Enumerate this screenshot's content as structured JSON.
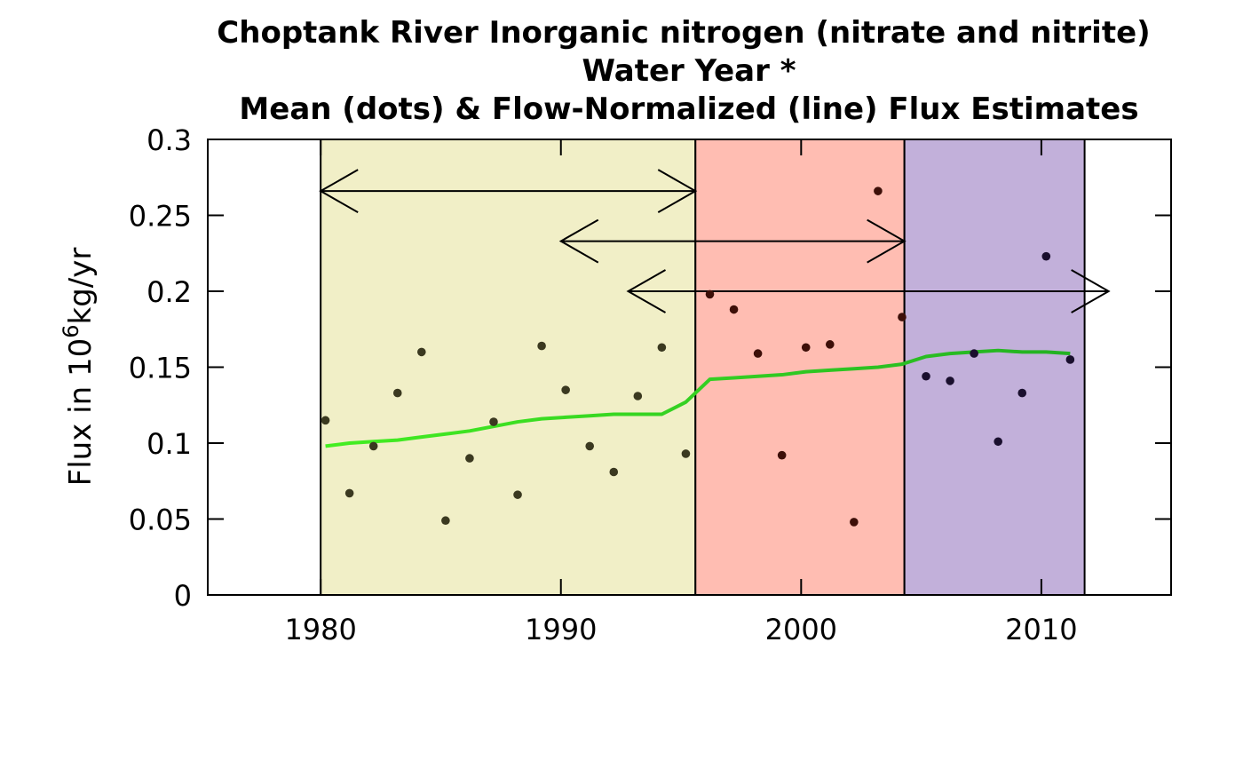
{
  "chart_data": {
    "type": "scatter",
    "title": {
      "line1": "Choptank River   Inorganic nitrogen (nitrate and nitrite)",
      "line2": "Water Year *",
      "line3": "Mean (dots) & Flow-Normalized (line) Flux Estimates"
    },
    "ylabel": {
      "prefix": "Flux in 10",
      "superscript": "6",
      "suffix": "kg/yr"
    },
    "xlim": [
      1975.3,
      2015.4
    ],
    "ylim": [
      0,
      0.3
    ],
    "x_ticks": [
      1980,
      1990,
      2000,
      2010
    ],
    "y_ticks": [
      0,
      0.05,
      0.1,
      0.15,
      0.2,
      0.25,
      0.3
    ],
    "y_tick_labels": [
      "0",
      "0.05",
      "0.1",
      "0.15",
      "0.2",
      "0.25",
      "0.3"
    ],
    "grid": false,
    "periods": [
      {
        "start": 1980.0,
        "end": 1995.6,
        "color": "#f1efc7",
        "dot_color": "#3b3920"
      },
      {
        "start": 1995.6,
        "end": 2004.3,
        "color": "#ffbdb2",
        "dot_color": "#3d0f08"
      },
      {
        "start": 2004.3,
        "end": 2011.8,
        "color": "#c2b0da",
        "dot_color": "#1a0f2e"
      }
    ],
    "arrows": [
      {
        "from": 1980.0,
        "to": 1995.6,
        "y": 0.266
      },
      {
        "from": 1990.0,
        "to": 2004.3,
        "y": 0.233
      },
      {
        "from": 1992.8,
        "to": 2012.8,
        "y": 0.2
      }
    ],
    "mean_flux": {
      "x": [
        1980.2,
        1981.2,
        1982.2,
        1983.2,
        1984.2,
        1985.2,
        1986.2,
        1987.2,
        1988.2,
        1989.2,
        1990.2,
        1991.2,
        1992.2,
        1993.2,
        1994.2,
        1995.2,
        1996.2,
        1997.2,
        1998.2,
        1999.2,
        2000.2,
        2001.2,
        2002.2,
        2003.2,
        2004.2,
        2005.2,
        2006.2,
        2007.2,
        2008.2,
        2009.2,
        2010.2,
        2011.2
      ],
      "y": [
        0.115,
        0.067,
        0.098,
        0.133,
        0.16,
        0.049,
        0.09,
        0.114,
        0.066,
        0.164,
        0.135,
        0.098,
        0.081,
        0.131,
        0.163,
        0.093,
        0.198,
        0.188,
        0.159,
        0.092,
        0.163,
        0.165,
        0.048,
        0.266,
        0.183,
        0.144,
        0.141,
        0.159,
        0.101,
        0.133,
        0.223,
        0.155
      ]
    },
    "flow_normalized": {
      "x": [
        1980.2,
        1981.2,
        1982.2,
        1983.2,
        1984.2,
        1985.2,
        1986.2,
        1987.2,
        1988.2,
        1989.2,
        1990.2,
        1991.2,
        1992.2,
        1993.2,
        1994.2,
        1995.2,
        1996.2,
        1997.2,
        1998.2,
        1999.2,
        2000.2,
        2001.2,
        2002.2,
        2003.2,
        2004.2,
        2005.2,
        2006.2,
        2007.2,
        2008.2,
        2009.2,
        2010.2,
        2011.2
      ],
      "y": [
        0.098,
        0.1,
        0.101,
        0.102,
        0.104,
        0.106,
        0.108,
        0.111,
        0.114,
        0.116,
        0.117,
        0.118,
        0.119,
        0.119,
        0.119,
        0.127,
        0.142,
        0.143,
        0.144,
        0.145,
        0.147,
        0.148,
        0.149,
        0.15,
        0.152,
        0.157,
        0.159,
        0.16,
        0.161,
        0.16,
        0.16,
        0.159
      ]
    },
    "colors": {
      "line_start": "#44ee22",
      "line_end": "#22b022",
      "axis": "#000000",
      "arrow": "#000000",
      "background": "#ffffff"
    }
  }
}
